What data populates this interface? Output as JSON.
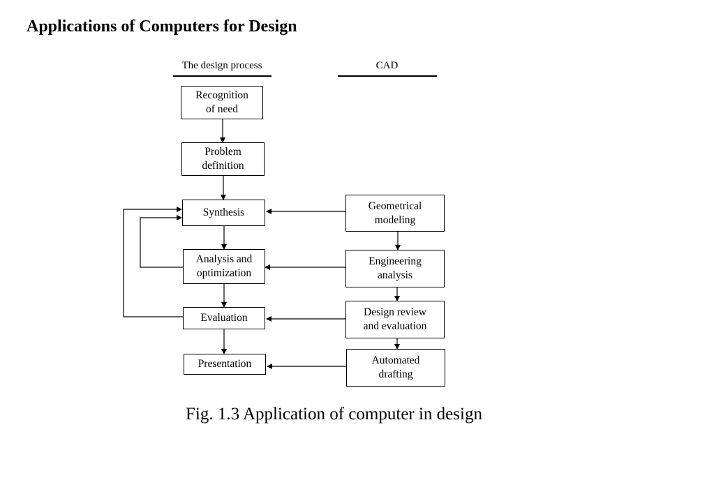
{
  "title": "Applications of Computers for Design",
  "columns": {
    "design_process": "The design process",
    "cad": "CAD"
  },
  "design_process_steps": [
    "Recognition\nof need",
    "Problem\ndefinition",
    "Synthesis",
    "Analysis and\noptimization",
    "Evaluation",
    "Presentation"
  ],
  "cad_steps": [
    "Geometrical\nmodeling",
    "Engineering\nanalysis",
    "Design review\nand evaluation",
    "Automated\ndrafting"
  ],
  "caption": "Fig. 1.3 Application of computer in design"
}
